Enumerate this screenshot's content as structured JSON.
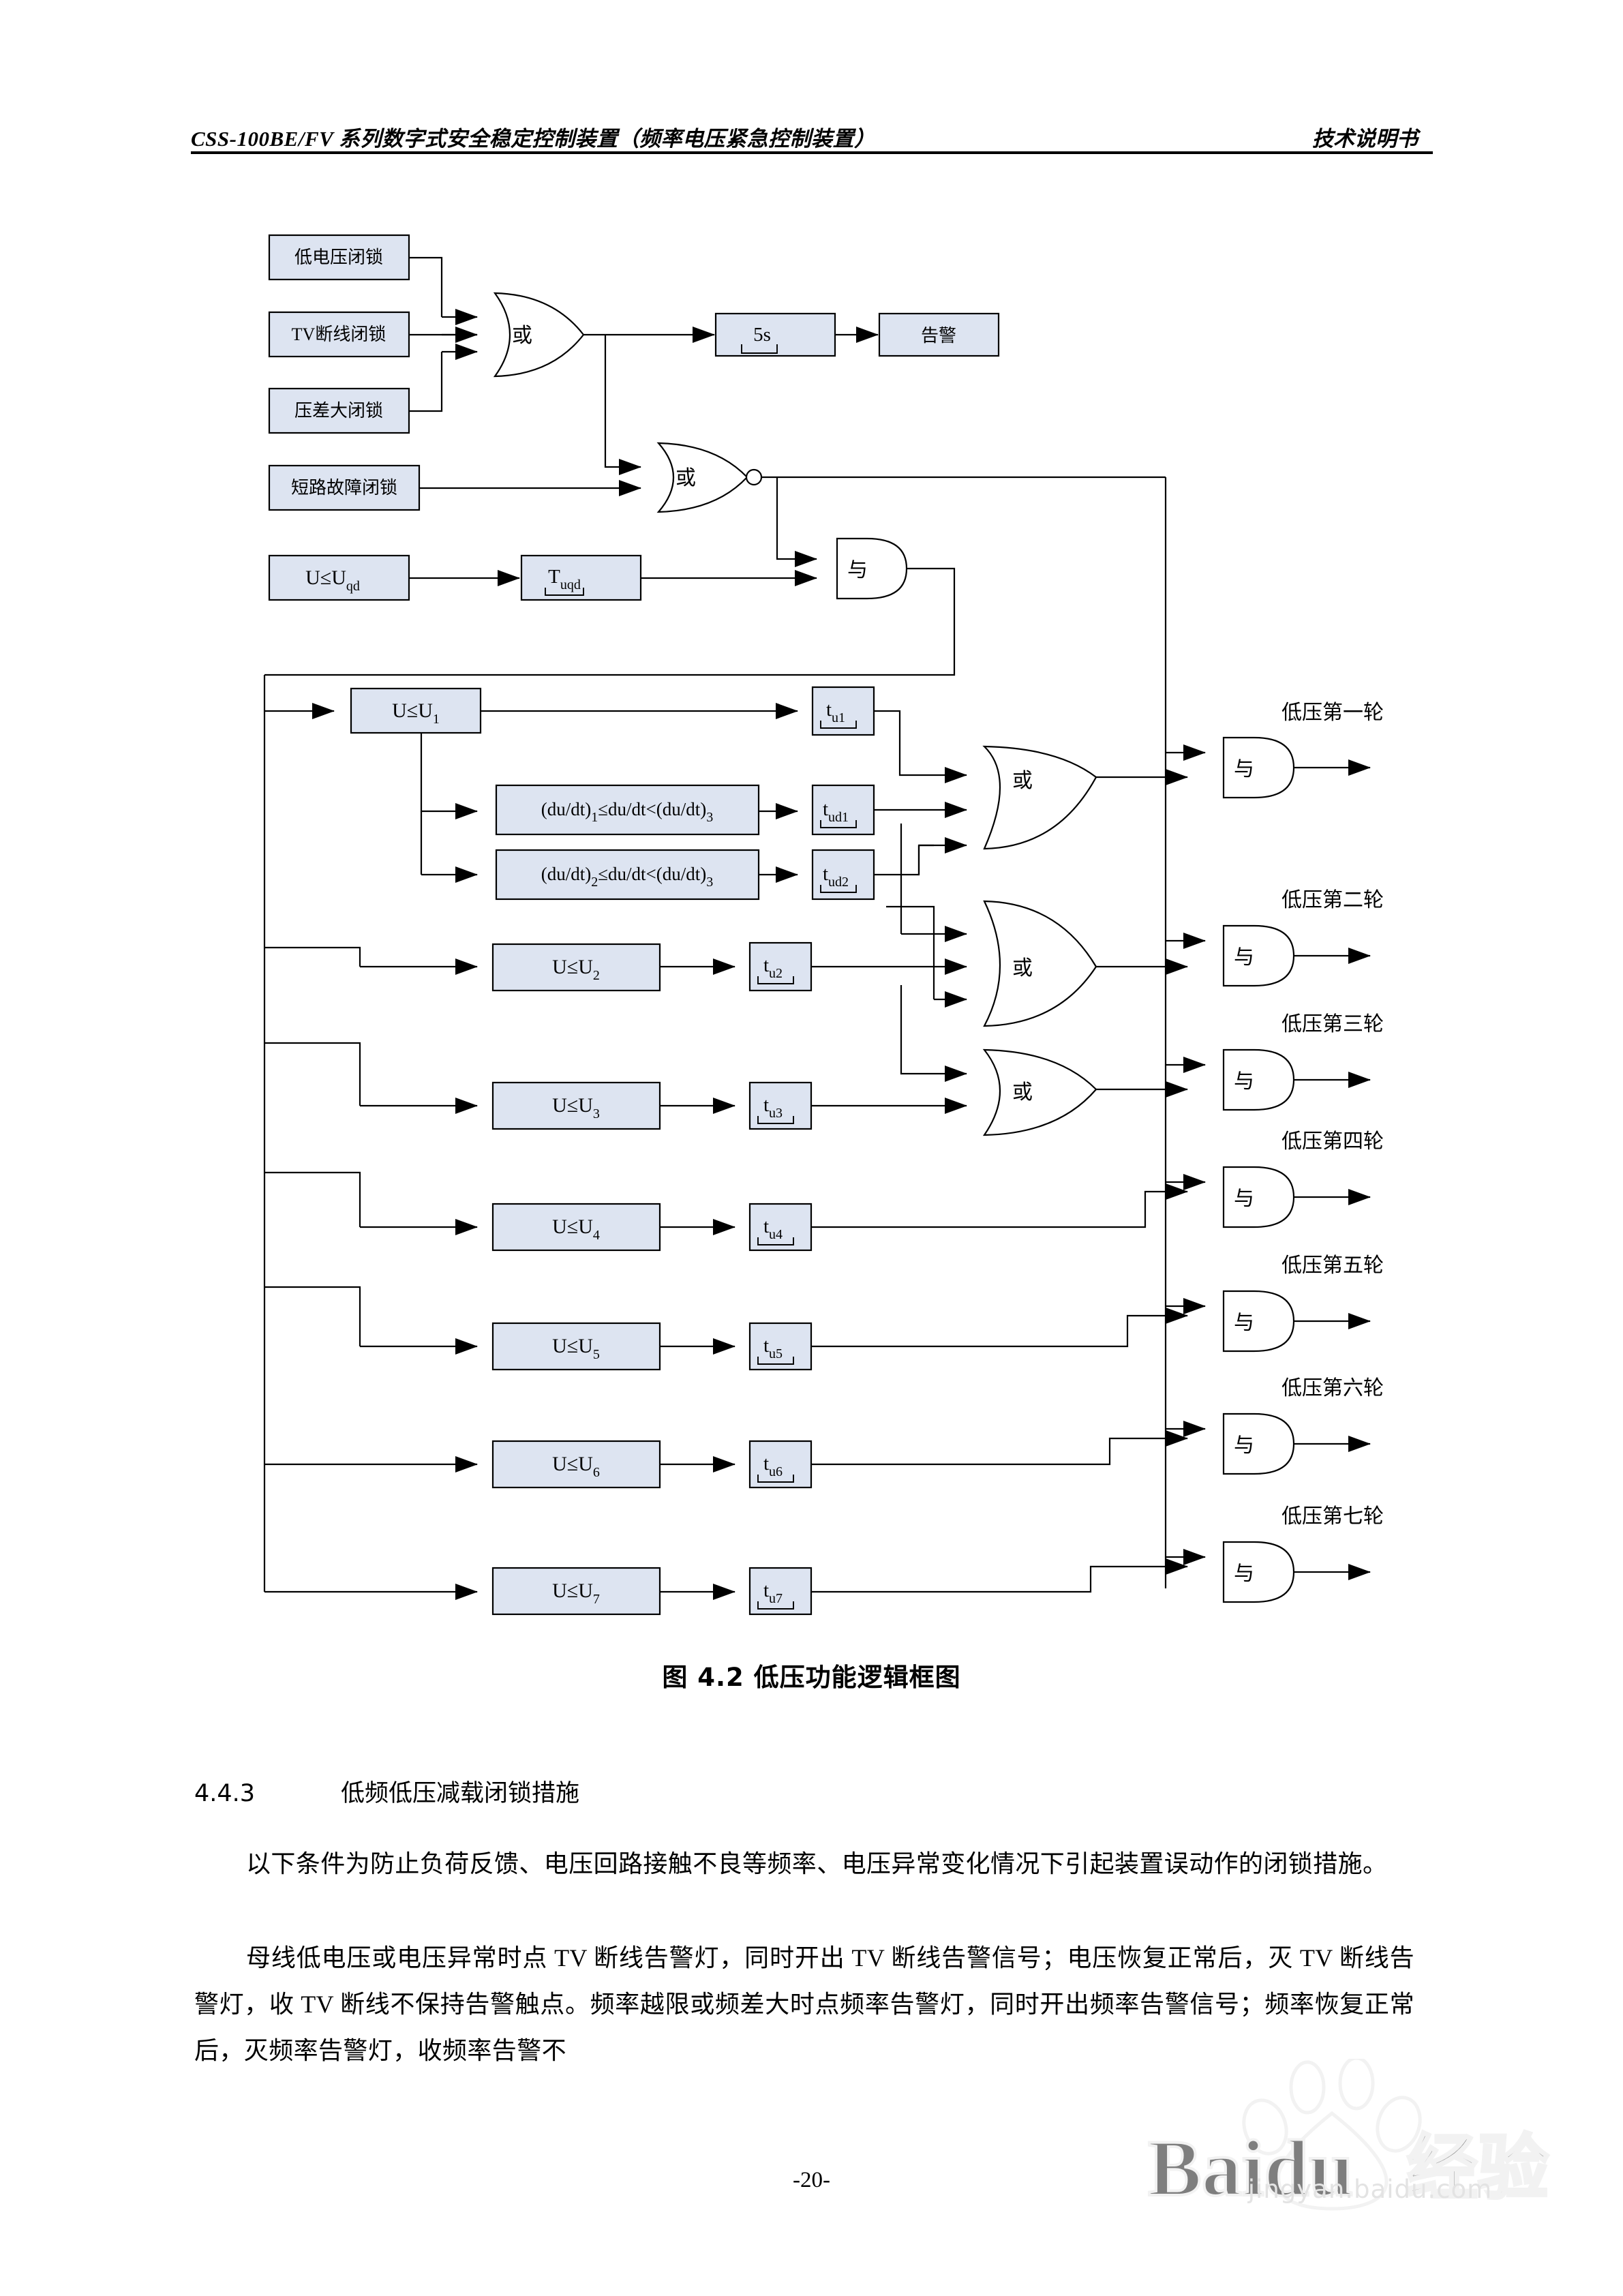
{
  "header": {
    "left": "CSS-100BE/FV 系列数字式安全稳定控制装置（频率电压紧急控制装置）",
    "right": "技术说明书"
  },
  "figure": {
    "caption": "图 4.2  低压功能逻辑框图",
    "blocks": {
      "lock_low_voltage": "低电压闭锁",
      "lock_tv_break": "TV断线闭锁",
      "lock_big_diff": "压差大闭锁",
      "lock_short_circuit": "短路故障闭锁",
      "u_qd": "U≤U",
      "u_qd_sub": "qd",
      "t_uqd": "T",
      "t_uqd_sub": "uqd",
      "delay_5s": "5s",
      "alarm": "告警"
    },
    "gates": {
      "or": "或",
      "and": "与"
    },
    "dudt_rows": [
      {
        "prefix": "(du/dt)",
        "sub1": "1",
        "mid": "≤du/dt<(du/dt)",
        "sub2": "3",
        "timer": "t",
        "timer_sub": "ud1"
      },
      {
        "prefix": "(du/dt)",
        "sub1": "2",
        "mid": "≤du/dt<(du/dt)",
        "sub2": "3",
        "timer": "t",
        "timer_sub": "ud2"
      }
    ],
    "rounds": [
      {
        "cond": "U≤U",
        "cond_sub": "1",
        "timer": "t",
        "timer_sub": "u1",
        "output": "低压第一轮"
      },
      {
        "cond": "U≤U",
        "cond_sub": "2",
        "timer": "t",
        "timer_sub": "u2",
        "output": "低压第二轮"
      },
      {
        "cond": "U≤U",
        "cond_sub": "3",
        "timer": "t",
        "timer_sub": "u3",
        "output": "低压第三轮"
      },
      {
        "cond": "U≤U",
        "cond_sub": "4",
        "timer": "t",
        "timer_sub": "u4",
        "output": "低压第四轮"
      },
      {
        "cond": "U≤U",
        "cond_sub": "5",
        "timer": "t",
        "timer_sub": "u5",
        "output": "低压第五轮"
      },
      {
        "cond": "U≤U",
        "cond_sub": "6",
        "timer": "t",
        "timer_sub": "u6",
        "output": "低压第六轮"
      },
      {
        "cond": "U≤U",
        "cond_sub": "7",
        "timer": "t",
        "timer_sub": "u7",
        "output": "低压第七轮"
      }
    ]
  },
  "section": {
    "number": "4.4.3",
    "title": "低频低压减载闭锁措施",
    "paragraph1": "以下条件为防止负荷反馈、电压回路接触不良等频率、电压异常变化情况下引起装置误动作的闭锁措施。",
    "paragraph2": "母线低电压或电压异常时点 TV 断线告警灯，同时开出 TV 断线告警信号；电压恢复正常后，灭 TV 断线告警灯，收 TV 断线不保持告警触点。频率越限或频差大时点频率告警灯，同时开出频率告警信号；频率恢复正常后，灭频率告警灯，收频率告警不"
  },
  "footer": {
    "page_number": "-20-"
  },
  "watermark": {
    "brand": "Baidu",
    "suffix": "经验",
    "url": "jingyan.baidu.com"
  },
  "colors": {
    "block_fill": "#dde4f1",
    "stroke": "#000000",
    "watermark": "#e3e3e3"
  }
}
